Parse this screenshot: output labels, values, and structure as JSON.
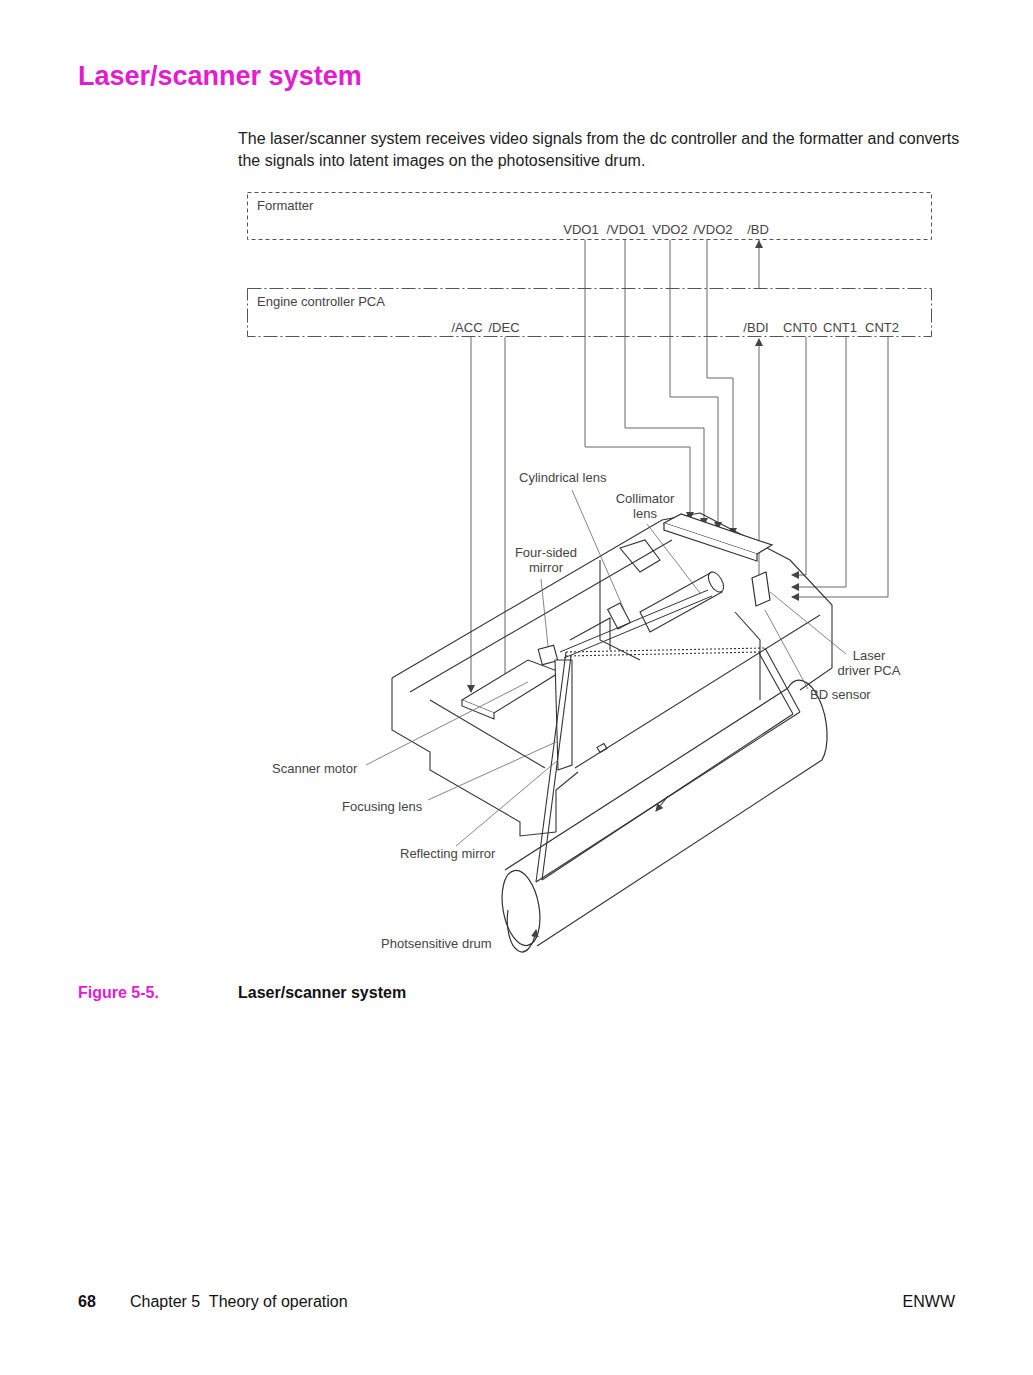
{
  "diagram": {
    "title": "Laser/scanner system",
    "caption": "Laser/scanner system",
    "nodes": [
      {
        "text": [
          "Formatter",
          "VDO1",
          "/VDO1",
          "VDO2",
          "/VDO2",
          "/BD"
        ]
      },
      {
        "text": [
          "Engine controller PCA",
          "/ACC",
          "/DEC",
          "/BDI",
          "CNT0",
          "CNT1",
          "CNT2"
        ]
      }
    ],
    "edges": [
      {
        "from": 1,
        "to": 0,
        "arrow": "to"
      }
    ],
    "labels": [
      "The laser/scanner system receives video signals from the dc controller and the formatter and converts the signals into latent images on the photosensitive drum.",
      "Cylindrical lens",
      "Collimator lens",
      "Four-sided mirror",
      "Laser driver PCA",
      "BD sensor",
      "Scanner motor",
      "Focusing lens",
      "Reflecting mirror",
      "Photsensitive drum",
      "Figure 5-5.",
      "68",
      "Chapter 5  Theory of operation",
      "ENWW"
    ]
  }
}
